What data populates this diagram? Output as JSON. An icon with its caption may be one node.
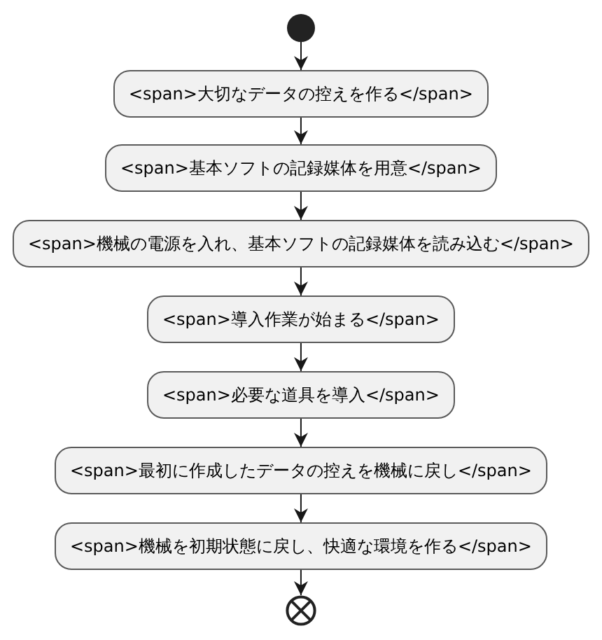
{
  "diagram": {
    "nodes": [
      {
        "text": [],
        "shape": "circle"
      },
      {
        "text": [
          "<span>大切なデータの控えを作る</span>"
        ]
      },
      {
        "text": [
          "<span>基本ソフトの記録媒体を用意</span>"
        ]
      },
      {
        "text": [
          "<span>機械の電源を入れ、基本ソフトの記録媒体を読み込む</span>"
        ]
      },
      {
        "text": [
          "<span>導入作業が始まる</span>"
        ]
      },
      {
        "text": [
          "<span>必要な道具を導入</span>"
        ]
      },
      {
        "text": [
          "<span>最初に作成したデータの控えを機械に戻し</span>"
        ]
      },
      {
        "text": [
          "<span>機械を初期状態に戻し、快適な環境を作る</span>"
        ]
      },
      {
        "text": [],
        "shape": "circle"
      }
    ],
    "edges": [
      {
        "from": 0,
        "to": 1,
        "arrow": "to"
      },
      {
        "from": 1,
        "to": 2,
        "arrow": "to"
      },
      {
        "from": 2,
        "to": 3,
        "arrow": "to"
      },
      {
        "from": 3,
        "to": 4,
        "arrow": "to"
      },
      {
        "from": 4,
        "to": 5,
        "arrow": "to"
      },
      {
        "from": 5,
        "to": 6,
        "arrow": "to"
      },
      {
        "from": 6,
        "to": 7,
        "arrow": "to"
      },
      {
        "from": 7,
        "to": 8,
        "arrow": "to"
      }
    ]
  }
}
